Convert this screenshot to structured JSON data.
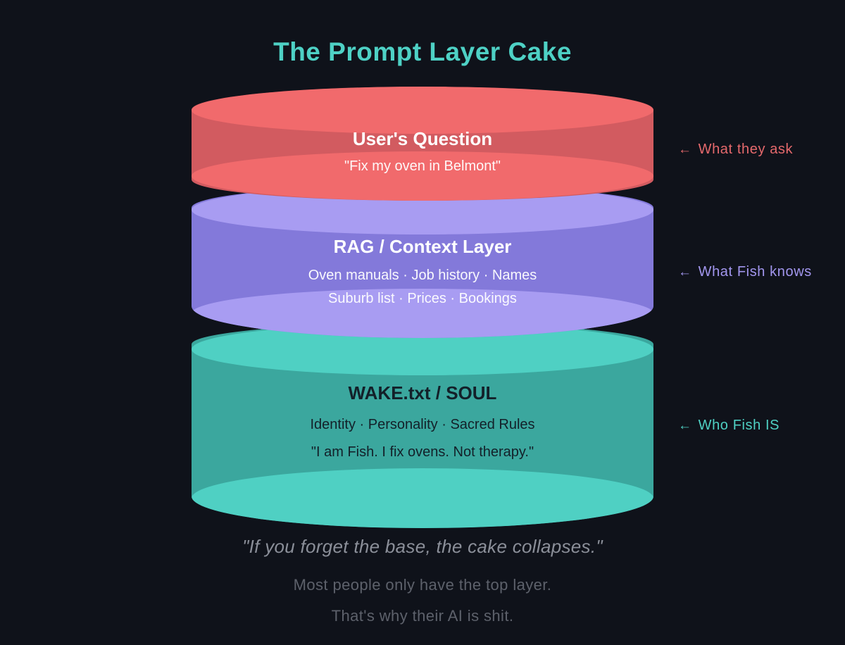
{
  "title": "The Prompt Layer Cake",
  "colors": {
    "background": "#0f121a",
    "title": "#4ed1c5"
  },
  "layers": [
    {
      "id": "users-question",
      "heading": "User's Question",
      "lines": [
        "\"Fix my oven in Belmont\""
      ],
      "annotation": {
        "arrow": "←",
        "label": "What they ask",
        "color": "#e5696c"
      },
      "colors": {
        "light": "#f16a6c",
        "dark": "#d25b60",
        "text": "#ffffff"
      }
    },
    {
      "id": "rag-context-layer",
      "heading": "RAG / Context Layer",
      "lines": [
        "Oven manuals · Job history · Names",
        "Suburb list · Prices · Bookings"
      ],
      "annotation": {
        "arrow": "←",
        "label": "What Fish knows",
        "color": "#a296ee"
      },
      "colors": {
        "light": "#a89cf2",
        "dark": "#8379da",
        "text": "#ffffff"
      }
    },
    {
      "id": "wake-txt-soul",
      "heading": "WAKE.txt / SOUL",
      "lines": [
        "Identity · Personality · Sacred Rules",
        "\"I am Fish. I fix ovens. Not therapy.\""
      ],
      "annotation": {
        "arrow": "←",
        "label": "Who Fish IS",
        "color": "#4fd0c3"
      },
      "colors": {
        "light": "#4fd0c3",
        "dark": "#3ba79e",
        "text": "#132029"
      }
    }
  ],
  "footer": {
    "quote": "\"If you forget the base, the cake collapses.\"",
    "line1": "Most people only have the top layer.",
    "line2": "That's why their AI is shit."
  }
}
